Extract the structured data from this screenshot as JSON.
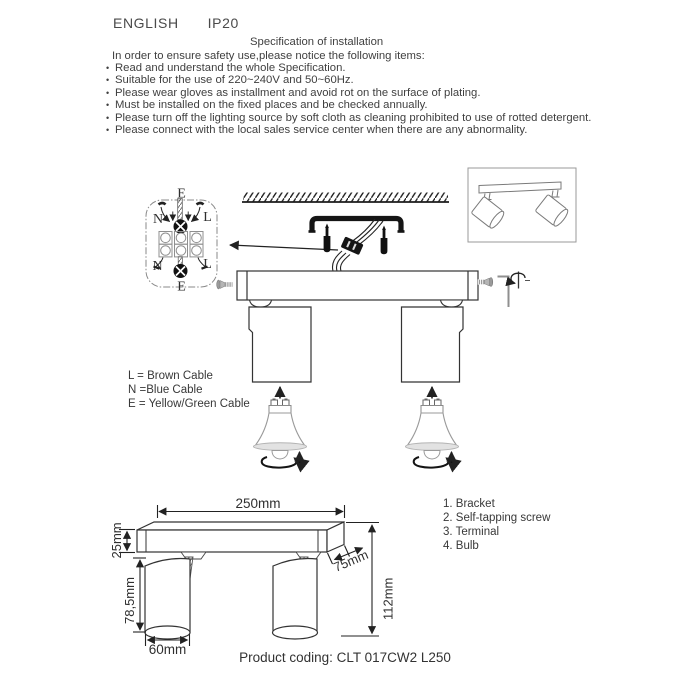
{
  "page": {
    "language_label": "ENGLISH",
    "ip_rating": "IP20"
  },
  "spec": {
    "title": "Specification of installation",
    "intro": "In order to ensure safety use,please notice the following items:",
    "bullet_char": "•",
    "items": [
      "Read and understand the whole Specification.",
      "Suitable for the use of 220~240V and 50~60Hz.",
      "Please wear gloves as installment and avoid rot on the surface of plating.",
      "Must be installed on the fixed places and be checked annually.",
      "Please turn off the lighting source by soft cloth as cleaning prohibited to use of rotted detergent.",
      "Please connect with the local sales service center when there are any abnormality."
    ]
  },
  "wiring": {
    "terminal": {
      "e_top": "E",
      "n_top": "N",
      "l_top": "L",
      "n_bottom": "N",
      "l_bottom": "L",
      "e_bottom": "E"
    },
    "legend": {
      "l": "L = Brown Cable",
      "n": "N =Blue Cable",
      "e": "E = Yellow/Green Cable"
    }
  },
  "dimensions": {
    "width": "250mm",
    "bar_height": "25mm",
    "spot_body_height": "78,5mm",
    "spot_diameter": "60mm",
    "depth": "75mm",
    "total_height": "112mm"
  },
  "parts": {
    "items": [
      "1. Bracket",
      "2. Self-tapping screw",
      "3. Terminal",
      "4. Bulb"
    ]
  },
  "footer": {
    "product_coding": "Product coding: CLT 017CW2 L250"
  },
  "colors": {
    "ink": "#2b2b2b",
    "muted": "#8a8a8a",
    "text": "#3f3f3f"
  }
}
